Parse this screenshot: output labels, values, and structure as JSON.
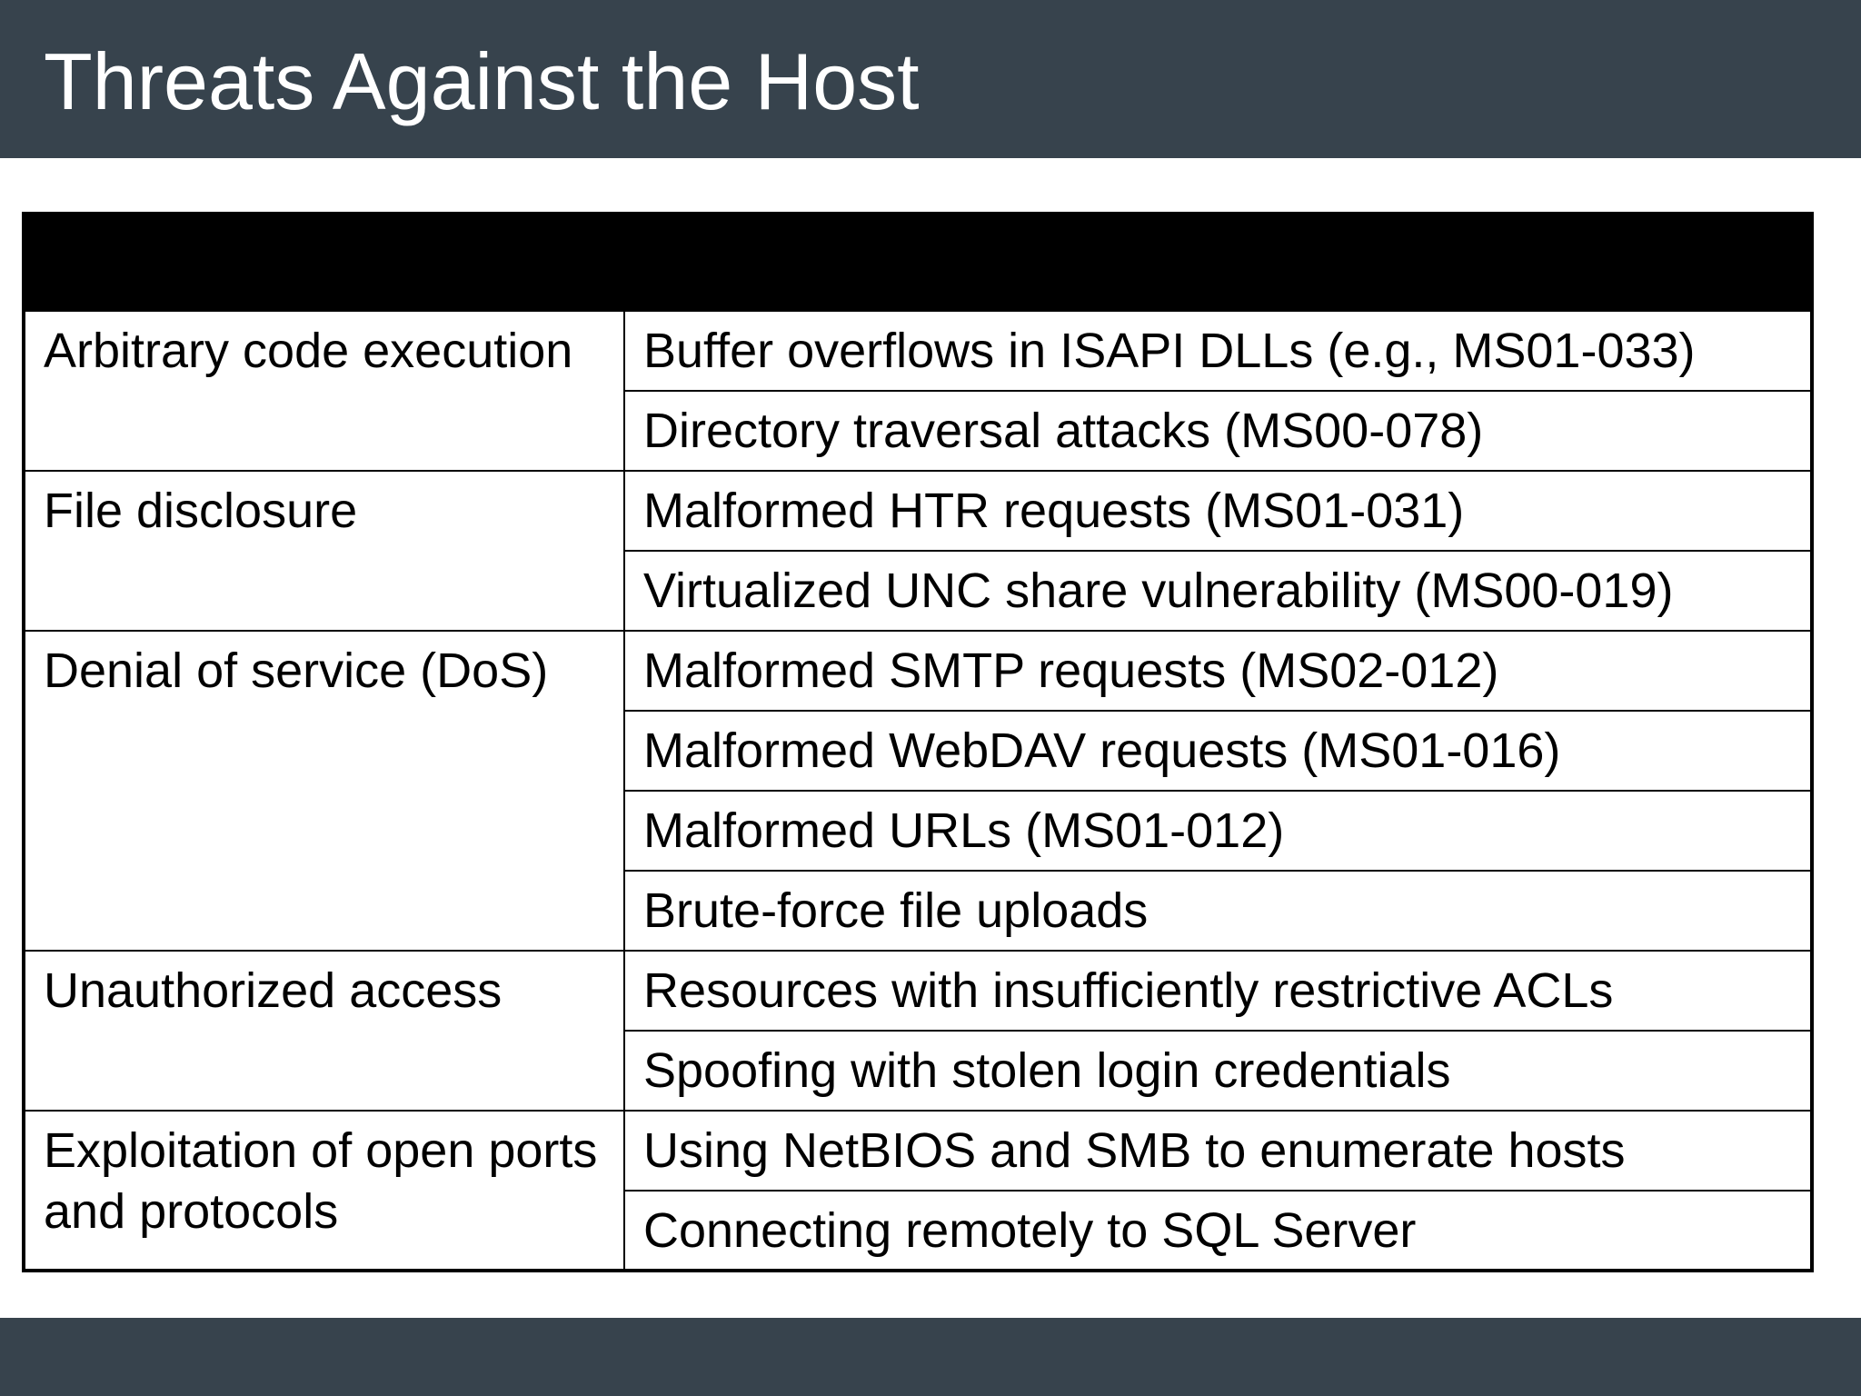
{
  "slide": {
    "title": "Threats Against the Host"
  },
  "table": {
    "header": [
      "",
      ""
    ],
    "rows": [
      {
        "category": "Arbitrary code execution",
        "examples": [
          "Buffer overflows in ISAPI DLLs (e.g., MS01-033)",
          "Directory traversal attacks (MS00-078)"
        ]
      },
      {
        "category": "File disclosure",
        "examples": [
          "Malformed HTR requests (MS01-031)",
          "Virtualized UNC share vulnerability (MS00-019)"
        ]
      },
      {
        "category": "Denial of service (DoS)",
        "examples": [
          "Malformed SMTP requests (MS02-012)",
          "Malformed WebDAV requests (MS01-016)",
          "Malformed URLs (MS01-012)",
          "Brute-force file uploads"
        ]
      },
      {
        "category": "Unauthorized access",
        "examples": [
          "Resources with insufficiently restrictive ACLs",
          "Spoofing with stolen login credentials"
        ]
      },
      {
        "category": "Exploitation of open ports and protocols",
        "examples": [
          "Using NetBIOS and SMB to enumerate hosts",
          "Connecting remotely to SQL Server"
        ]
      }
    ]
  },
  "colors": {
    "bar": "#37434d",
    "header": "#000000",
    "title_text": "#ffffff"
  }
}
